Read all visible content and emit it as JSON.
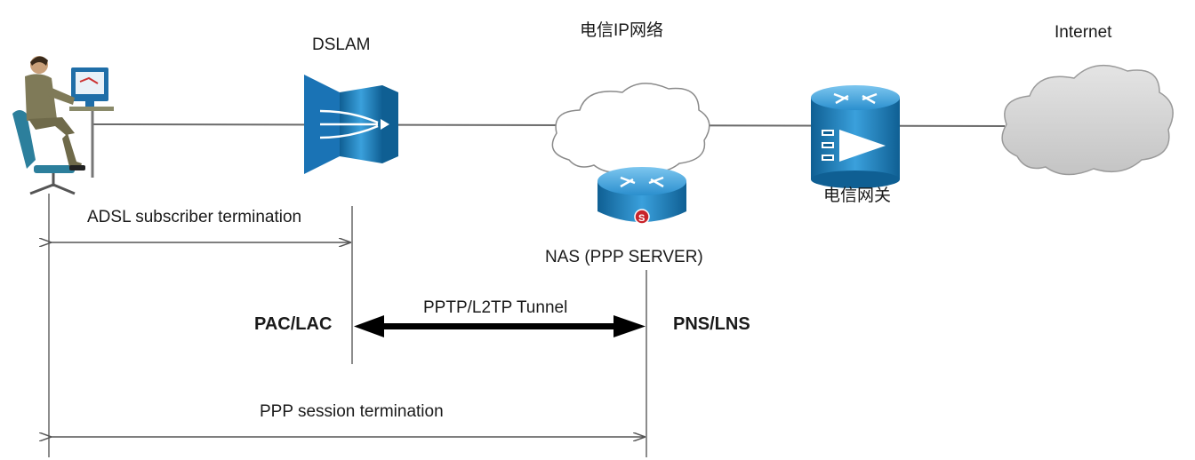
{
  "labels": {
    "dslam": "DSLAM",
    "telecom_ip_network": "电信IP网络",
    "internet": "Internet",
    "telecom_gateway": "电信网关",
    "nas_server": "NAS (PPP SERVER)",
    "adsl_termination": "ADSL subscriber termination",
    "pac_lac": "PAC/LAC",
    "pns_lns": "PNS/LNS",
    "tunnel": "PPTP/L2TP Tunnel",
    "ppp_termination": "PPP session termination"
  },
  "colors": {
    "cisco_blue": "#1e86c6",
    "cisco_blue_light": "#5cb3e6",
    "cisco_blue_dark": "#0f5f93",
    "internet_cloud": "#d9d9d9",
    "ip_cloud": "#ffffff",
    "line": "#555555",
    "tunnel_arrow": "#000000"
  },
  "icons": [
    "user-at-computer-icon",
    "dslam-icon",
    "cloud-icon",
    "router-icon",
    "gateway-switch-icon"
  ]
}
